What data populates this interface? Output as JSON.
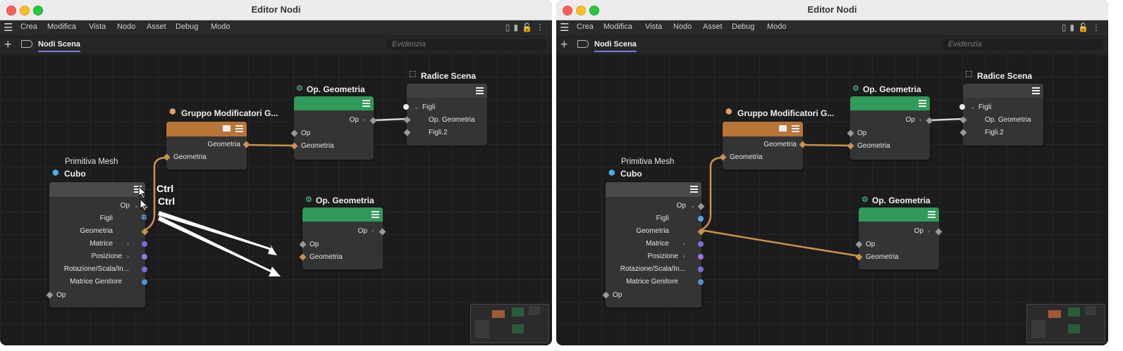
{
  "window_title": "Editor Nodi",
  "menu": [
    "Crea",
    "Modifica",
    "Vista",
    "Nodo",
    "Asset",
    "Debug",
    "Modo"
  ],
  "tab_label": "Nodi Scena",
  "search_placeholder": "Evidenzia",
  "nodes": {
    "radice": {
      "title": "Radice Scena",
      "ports": [
        "Figli",
        "Op. Geometria",
        "Figli.2"
      ]
    },
    "op_geo_top": {
      "title": "Op. Geometria",
      "ports": [
        "Op",
        "Op",
        "Geometria"
      ]
    },
    "gruppo": {
      "title": "Gruppo Modificatori G...",
      "ports": [
        "Geometria",
        "Geometria"
      ]
    },
    "primitiva": {
      "type": "Primitiva Mesh",
      "title": "Cubo",
      "ports": [
        "Op",
        "Figli",
        "Geometria",
        "Matrice",
        "Posizione",
        "Rotazione/Scala/In...",
        "Matrice Genitore",
        "Op"
      ]
    },
    "op_geo_bottom": {
      "title": "Op. Geometria",
      "ports": [
        "Op",
        "Op",
        "Geometria"
      ]
    }
  },
  "modifier_label": "Ctrl",
  "colors": {
    "green_header": "#2f9a5a",
    "orange_header": "#b87538",
    "wire_orange": "#c8924f",
    "wire_white": "#d8d8d8",
    "tab_underline": "#7b7bd8"
  }
}
